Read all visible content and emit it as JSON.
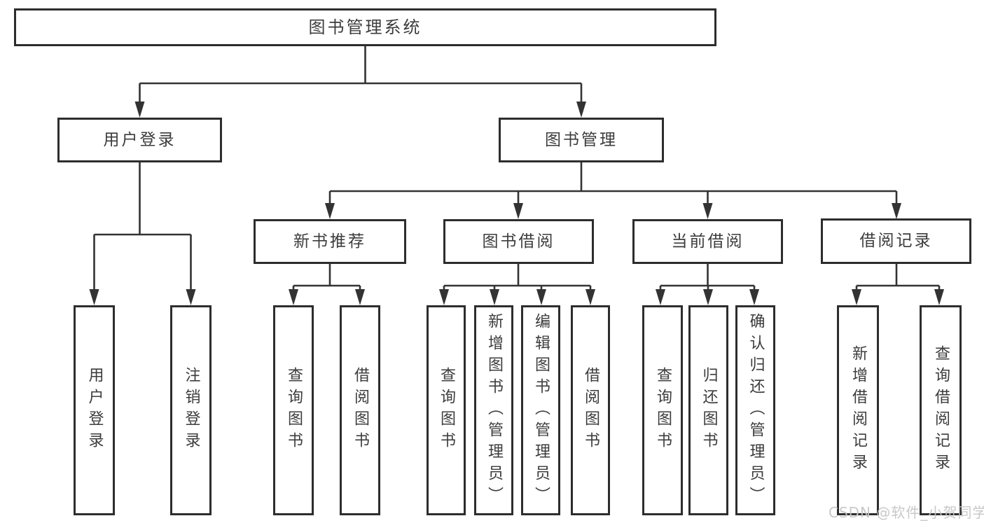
{
  "diagram_title": "图书管理系统",
  "nodes": {
    "root": "图书管理系统",
    "l2": [
      "用户登录",
      "图书管理"
    ],
    "l3": [
      "新书推荐",
      "图书借阅",
      "当前借阅",
      "借阅记录"
    ],
    "leaves": {
      "login": [
        "用户登录",
        "注销登录"
      ],
      "recommend": [
        "查询图书",
        "借阅图书"
      ],
      "borrow": [
        "查询图书",
        "新增图书（管理员）",
        "编辑图书（管理员）",
        "借阅图书"
      ],
      "current": [
        "查询图书",
        "归还图书",
        "确认归还（管理员）"
      ],
      "records": [
        "新增借阅记录",
        "查询借阅记录"
      ]
    }
  },
  "watermark": "CSDN @软件_小贺同学",
  "colors": {
    "line": "#333333",
    "box_border": "#2d2d2d",
    "text": "#3c3c3c",
    "watermark": "#c5c5c5",
    "background": "#ffffff"
  }
}
